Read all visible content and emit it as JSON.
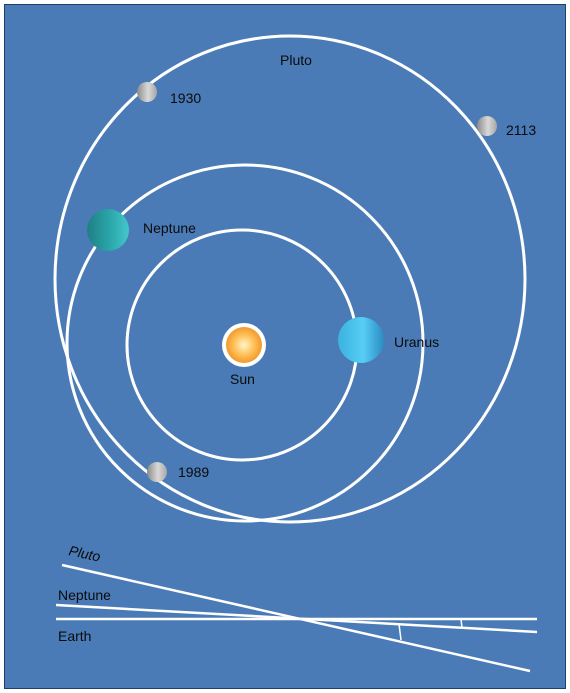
{
  "orbit_diagram": {
    "labels": {
      "pluto": "Pluto",
      "neptune": "Neptune",
      "uranus": "Uranus",
      "sun": "Sun",
      "year_1930": "1930",
      "year_2113": "2113",
      "year_1989": "1989"
    }
  },
  "inclination_diagram": {
    "labels": {
      "pluto": "Pluto",
      "neptune": "Neptune",
      "earth": "Earth"
    }
  },
  "colors": {
    "background": "#4a7bb7",
    "orbit_line": "#ffffff",
    "neptune": "#2c9fa3",
    "uranus": "#4fc7ee",
    "pluto": "#bdbdbd",
    "sun": "#f7a63a"
  }
}
